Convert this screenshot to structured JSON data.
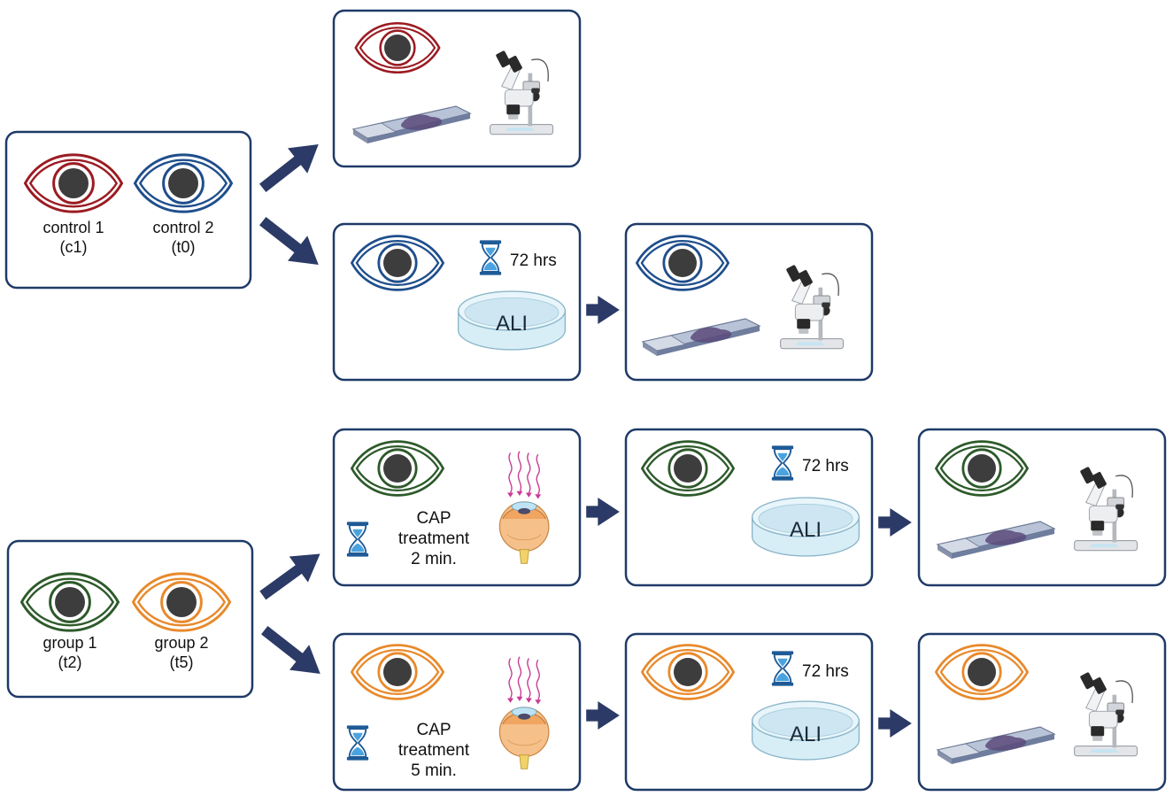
{
  "colors": {
    "box_border": "#1f3a68",
    "arrow": "#2b3a66",
    "red_eye": "#9b1b22",
    "blue_eye": "#1f4e8c",
    "green_eye": "#2d5a2a",
    "orange_eye": "#e8892b",
    "pupil": "#3d3d3d",
    "slide": "#8f9bb5",
    "tissue": "#5a4a7a",
    "dish": "#cfe8f3",
    "hourglass": "#1e5a96",
    "sand": "#4aa3df",
    "rays": "#c93b95"
  },
  "controls": {
    "control1_name": "control 1",
    "control1_code": "(c1)",
    "control2_name": "control 2",
    "control2_code": "(t0)"
  },
  "groups": {
    "group1_name": "group 1",
    "group1_code": "(t2)",
    "group2_name": "group 2",
    "group2_code": "(t5)"
  },
  "incubation": {
    "duration": "72 hrs",
    "medium": "ALI"
  },
  "treatment": {
    "line1": "CAP",
    "line2": "treatment",
    "duration_2": "2 min.",
    "duration_5": "5 min."
  },
  "icons": [
    "eye-icon",
    "hourglass-icon",
    "petri-dish-icon",
    "microscope-icon",
    "slide-icon",
    "cap-plasma-eye-icon",
    "arrow-icon"
  ]
}
